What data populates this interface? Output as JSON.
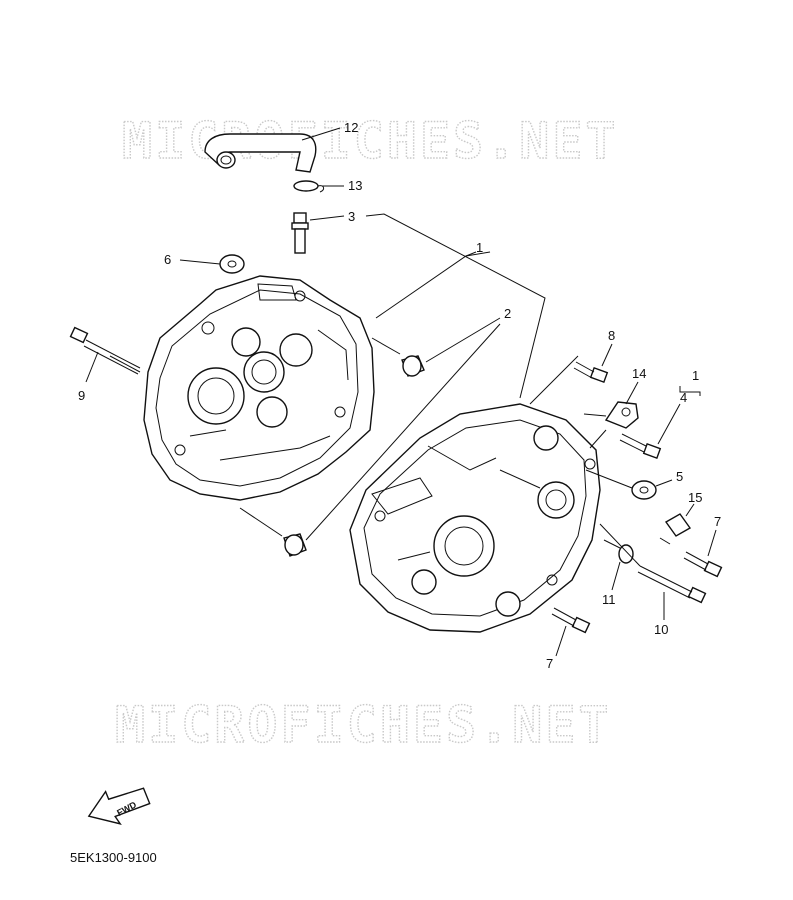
{
  "watermark": {
    "top": "MICROFICHES.NET",
    "bottom": "MICROFICHES.NET"
  },
  "callouts": {
    "c1": "1",
    "c2": "2",
    "c3": "3",
    "c4": "4",
    "c5": "5",
    "c6": "6",
    "c7a": "7",
    "c7b": "7",
    "c8": "8",
    "c9": "9",
    "c10": "10",
    "c11": "11",
    "c12": "12",
    "c13": "13",
    "c14": "14",
    "c15": "15",
    "c1b": "1"
  },
  "fwd_label": "FWD",
  "diagram_code": "5EK1300-9100"
}
